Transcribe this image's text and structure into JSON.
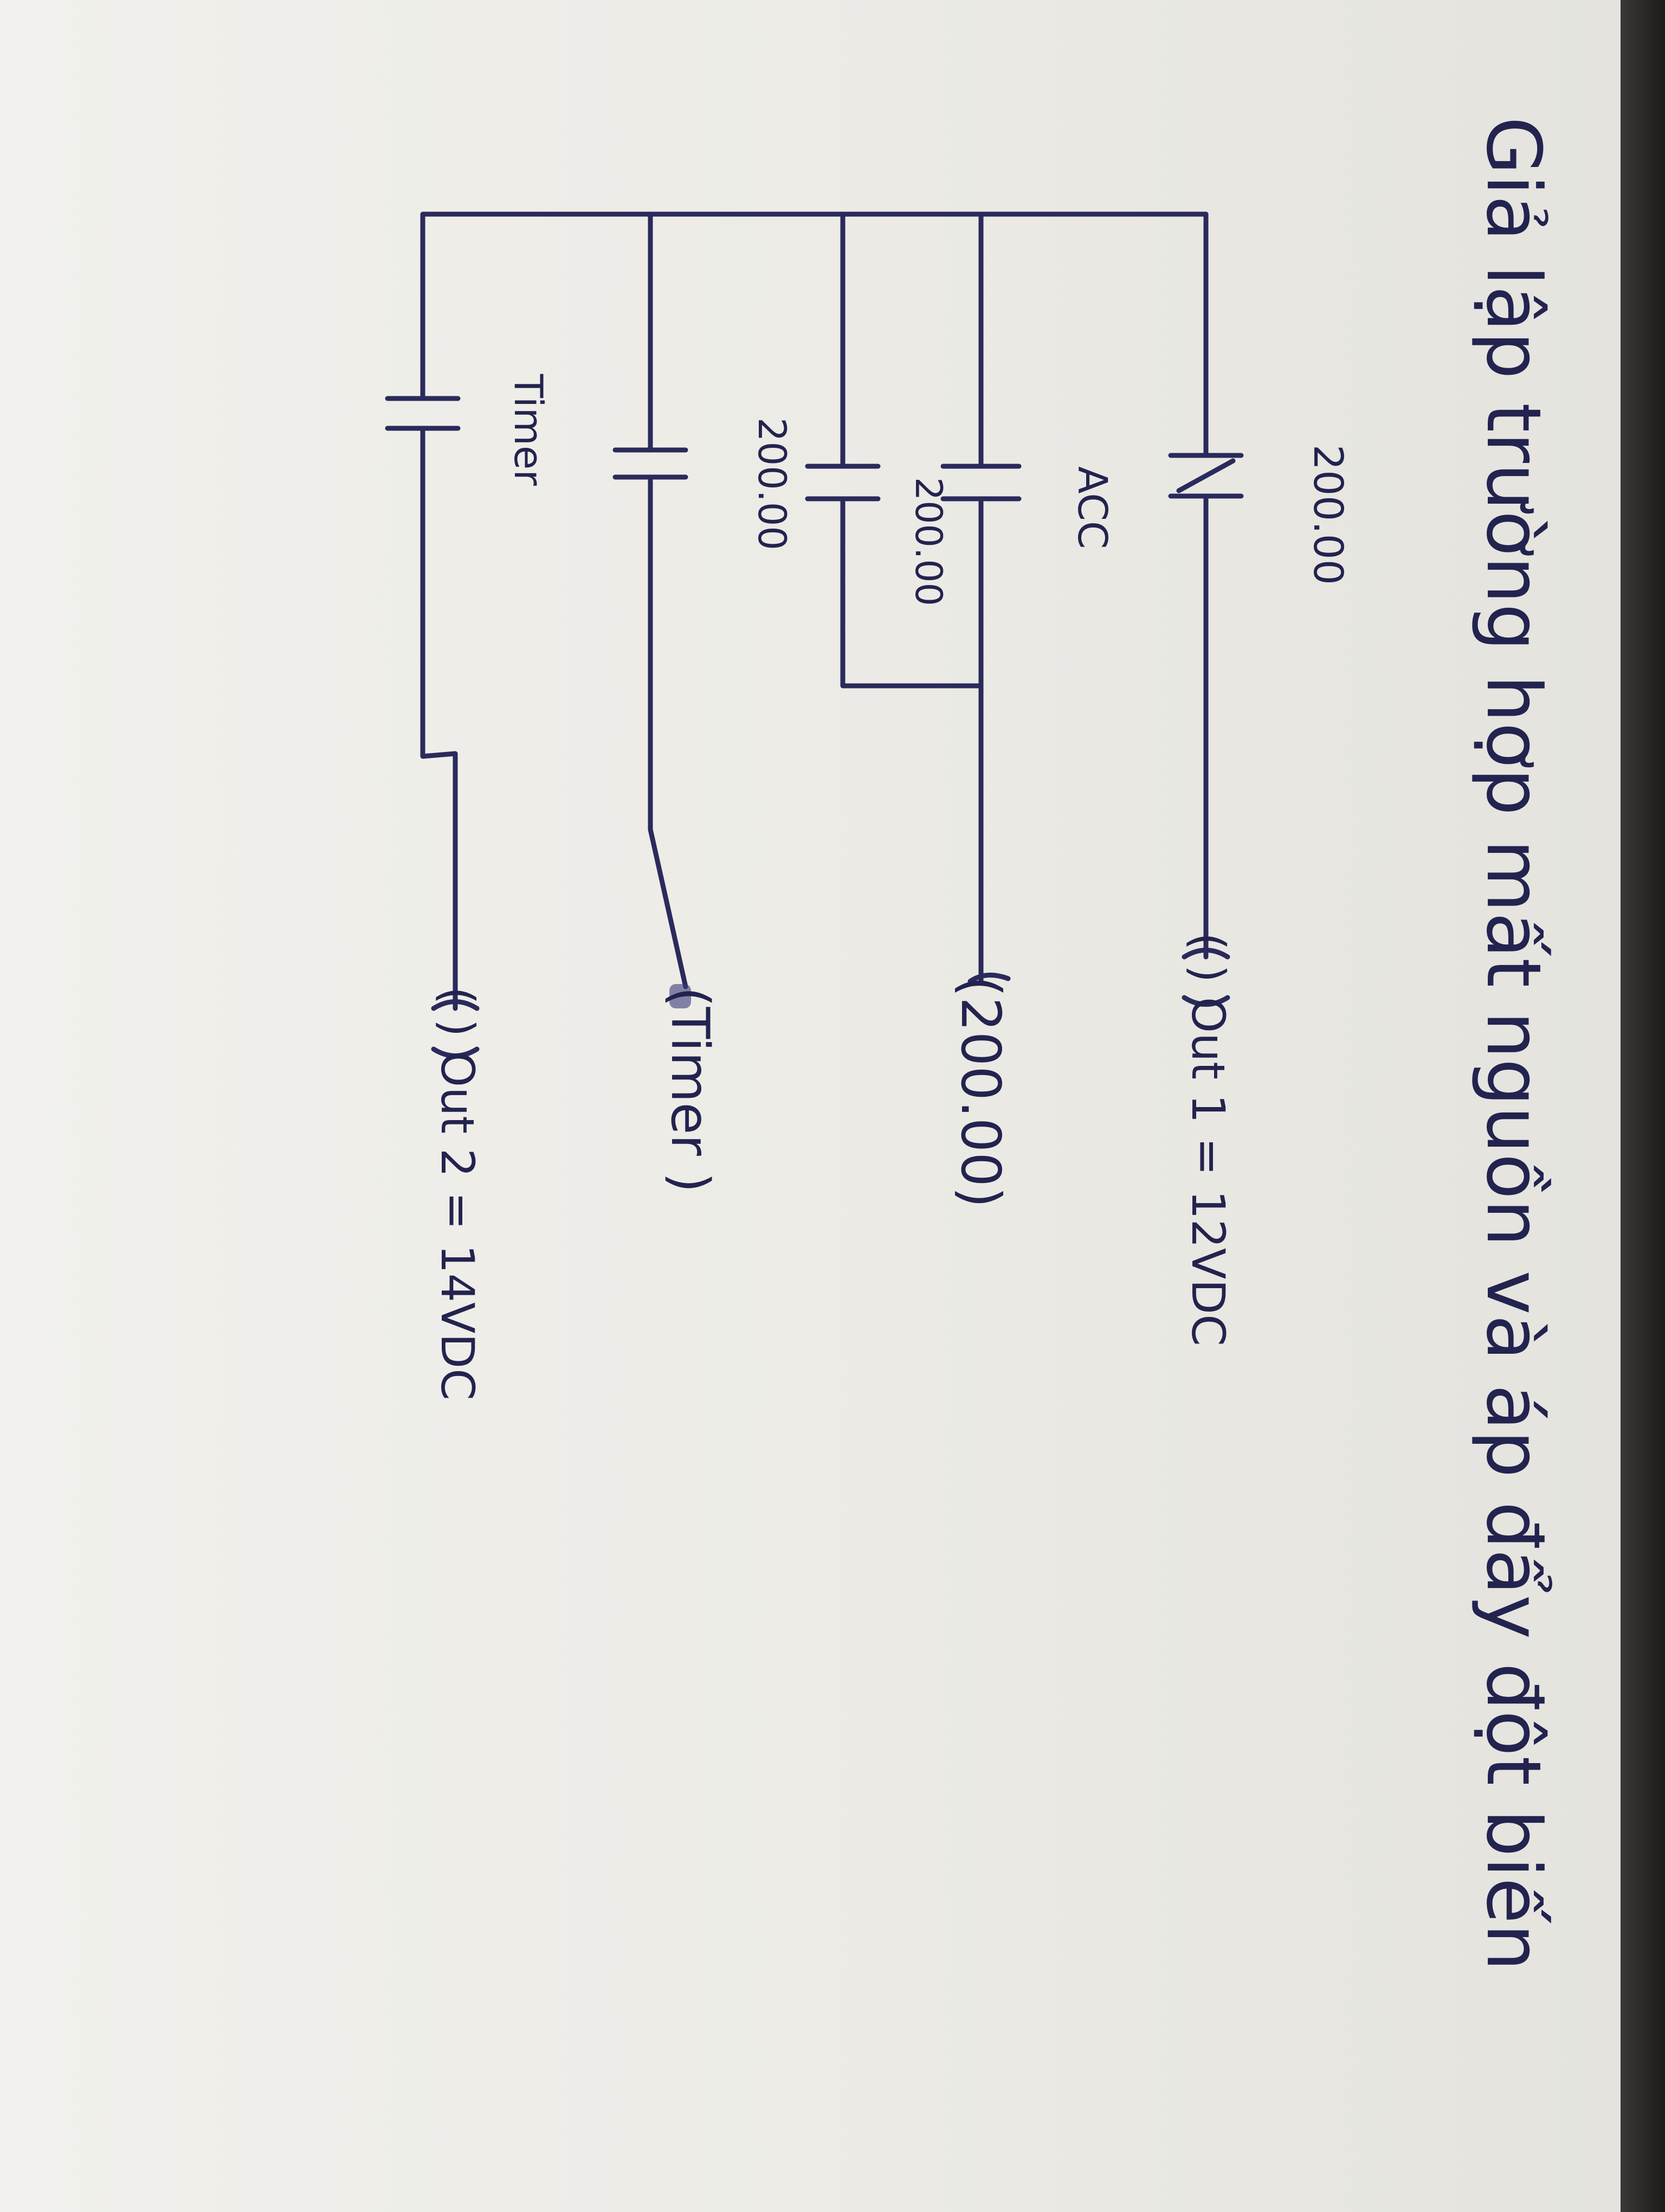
{
  "title": "Giả lập trường hợp mất nguồn và áp đẩy đột biến",
  "rungs": [
    {
      "id": "rung1",
      "contacts": [
        {
          "kind": "NC",
          "label": "200.00"
        }
      ],
      "output": {
        "kind": "coil",
        "label": "( ) Out 1 = 12VDC"
      }
    },
    {
      "id": "rung2",
      "contacts": [
        {
          "kind": "NO",
          "label": "ACC"
        },
        {
          "kind": "NO",
          "label": "200.00",
          "parallel": true
        }
      ],
      "output": {
        "kind": "instruction",
        "label": "(200.00)"
      }
    },
    {
      "id": "rung3",
      "contacts": [
        {
          "kind": "NO",
          "label": "200.00"
        }
      ],
      "output": {
        "kind": "instruction",
        "label": "(Timer )"
      }
    },
    {
      "id": "rung4",
      "contacts": [
        {
          "kind": "NO",
          "label": "Timer"
        }
      ],
      "output": {
        "kind": "coil",
        "label": "( ) Out 2 = 14VDC"
      }
    }
  ],
  "colors": {
    "ink": "#23234f",
    "paper": "#eeede8",
    "background": "#2a2826"
  }
}
